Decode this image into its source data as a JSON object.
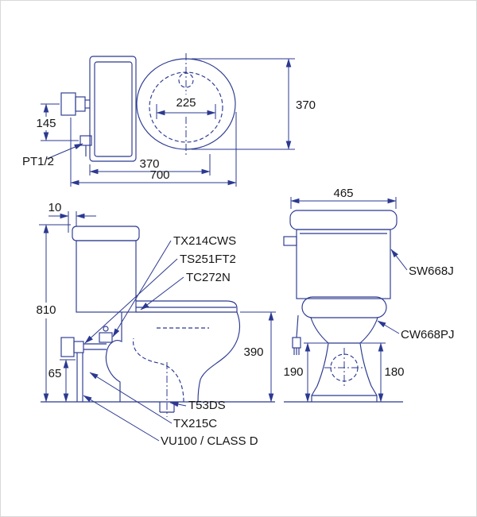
{
  "colors": {
    "line": "#2b3990",
    "text": "#161616",
    "background": "#ffffff",
    "border": "#d9d9d9"
  },
  "top_view": {
    "dim_width_inner": "225",
    "dim_depth_right": "370",
    "dim_inlet_offset": "145",
    "inlet_label": "PT1/2",
    "dim_width_bottom": "370",
    "dim_total_length": "700"
  },
  "side_view": {
    "dim_wall_gap": "10",
    "dim_total_height": "810",
    "dim_rim_height": "390",
    "dim_valve_offset": "65",
    "part_labels": {
      "washer_unit": "TX214CWS",
      "stop_valve": "TS251FT2",
      "seat_cover": "TC272N",
      "flange": "T53DS",
      "spray": "TX215C",
      "pipe_class": "VU100 / CLASS D"
    }
  },
  "front_view": {
    "dim_tank_width": "465",
    "tank_label": "SW668J",
    "bowl_label": "CW668PJ",
    "dim_left_height": "190",
    "dim_right_height": "180"
  }
}
